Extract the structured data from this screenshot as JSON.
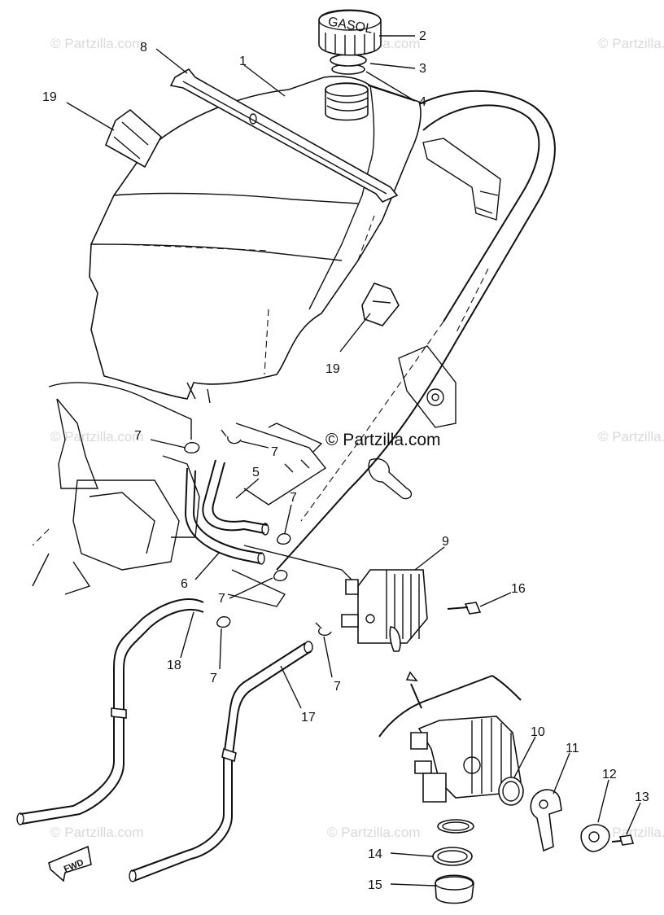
{
  "watermark": {
    "brand": "© Partzilla.com",
    "brand_main": "© Partzilla.com"
  },
  "fwd_label": "FWD",
  "callouts": [
    "1",
    "2",
    "3",
    "4",
    "5",
    "6",
    "7",
    "8",
    "9",
    "10",
    "11",
    "12",
    "13",
    "14",
    "15",
    "16",
    "17",
    "18",
    "19"
  ],
  "cap_text": "GASOL"
}
